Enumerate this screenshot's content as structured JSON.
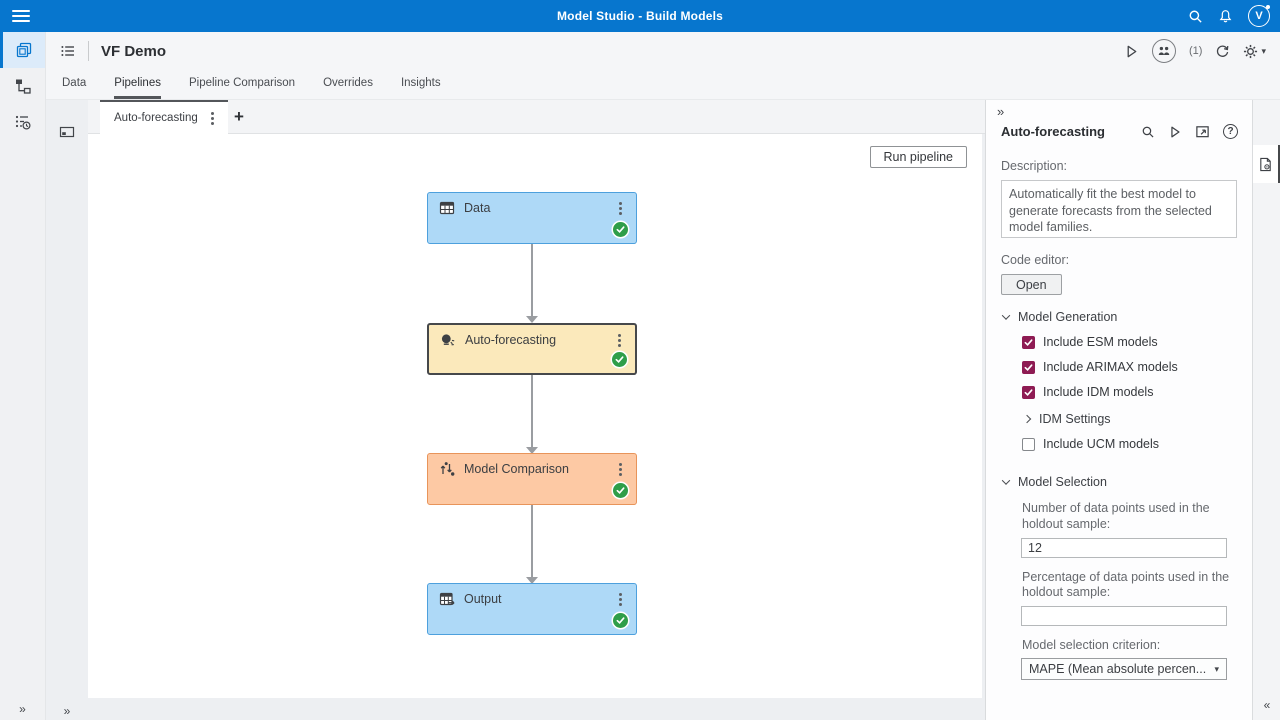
{
  "glyphs": {
    "expand_right": "»",
    "collapse_left": "«",
    "caret_down": "▾",
    "question": "?",
    "plus": "+"
  },
  "colors": {
    "appbar_blue": "#0776ce",
    "node_blue_fill": "#aed9f7",
    "node_blue_border": "#4da0dd",
    "node_yellow_fill": "#fbe9bb",
    "node_selected_border": "#46484b",
    "node_orange_fill": "#fdc9a4",
    "node_orange_border": "#e8945a",
    "checkbox_maroon": "#8e1b53",
    "success_green": "#2f9e49"
  },
  "appbar": {
    "title": "Model Studio - Build Models",
    "avatar_initial": "V"
  },
  "project": {
    "title": "VF Demo",
    "collaborator_count": "(1)"
  },
  "nav_tabs": {
    "items": [
      {
        "label": "Data"
      },
      {
        "label": "Pipelines"
      },
      {
        "label": "Pipeline Comparison"
      },
      {
        "label": "Overrides"
      },
      {
        "label": "Insights"
      }
    ],
    "active": "Pipelines"
  },
  "pipeline_tabs": {
    "active_label": "Auto-forecasting"
  },
  "canvas": {
    "run_button_label": "Run pipeline",
    "nodes": [
      {
        "label": "Data",
        "status": "success",
        "color": "blue"
      },
      {
        "label": "Auto-forecasting",
        "status": "success",
        "color": "yellow",
        "selected": true
      },
      {
        "label": "Model Comparison",
        "status": "success",
        "color": "orange"
      },
      {
        "label": "Output",
        "status": "success",
        "color": "blue"
      }
    ]
  },
  "properties": {
    "title": "Auto-forecasting",
    "description_label": "Description:",
    "description_value": "Automatically fit the best model to generate forecasts from the selected model families.",
    "code_editor_label": "Code editor:",
    "open_button_label": "Open",
    "model_generation": {
      "title": "Model Generation",
      "options": [
        {
          "label": "Include ESM models",
          "checked": true
        },
        {
          "label": "Include ARIMAX models",
          "checked": true
        },
        {
          "label": "Include IDM models",
          "checked": true
        },
        {
          "label": "Include UCM models",
          "checked": false
        }
      ],
      "idm_settings_label": "IDM Settings"
    },
    "model_selection": {
      "title": "Model Selection",
      "holdout_number_label": "Number of data points used in the holdout sample:",
      "holdout_number_value": "12",
      "holdout_percent_label": "Percentage of data points used in the holdout sample:",
      "holdout_percent_value": "",
      "criterion_label": "Model selection criterion:",
      "criterion_value": "MAPE (Mean absolute percen..."
    }
  }
}
